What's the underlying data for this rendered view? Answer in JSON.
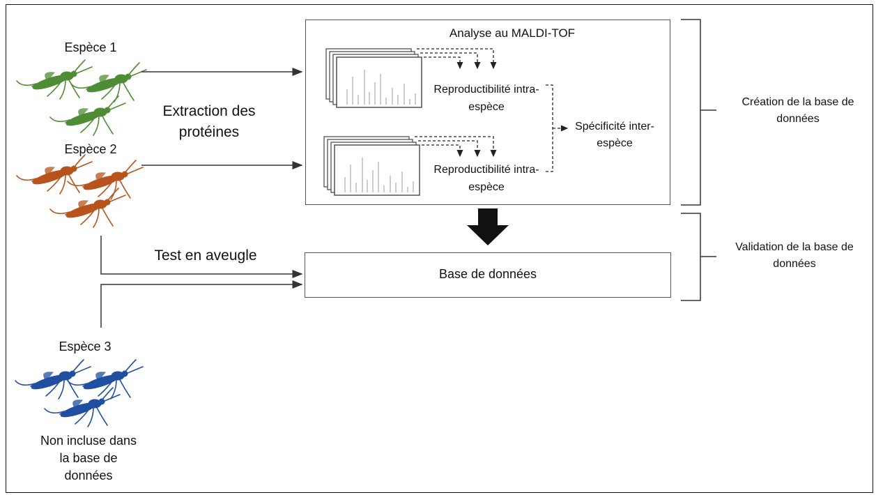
{
  "species": {
    "sp1": {
      "label": "Espèce 1",
      "color": "#4e8c35"
    },
    "sp2": {
      "label": "Espèce 2",
      "color": "#b8531e"
    },
    "sp3": {
      "label": "Espèce 3",
      "color": "#1f4fa0",
      "note": "Non incluse dans la base de données"
    }
  },
  "steps": {
    "extraction": "Extraction des protéines",
    "blind_test": "Test en aveugle",
    "maldi_title": "Analyse au MALDI-TOF",
    "repro_1": "Reproductibilité intra-espèce",
    "repro_2": "Reproductibilité intra-espèce",
    "specificity": "Spécificité inter-espèce",
    "database": "Base de données"
  },
  "phases": {
    "creation": "Création de la base de données",
    "validation": "Validation de la base de données"
  },
  "icons": [
    "mosquito-icon",
    "spectrum-stack-icon",
    "down-arrow-icon",
    "bracket-icon"
  ]
}
